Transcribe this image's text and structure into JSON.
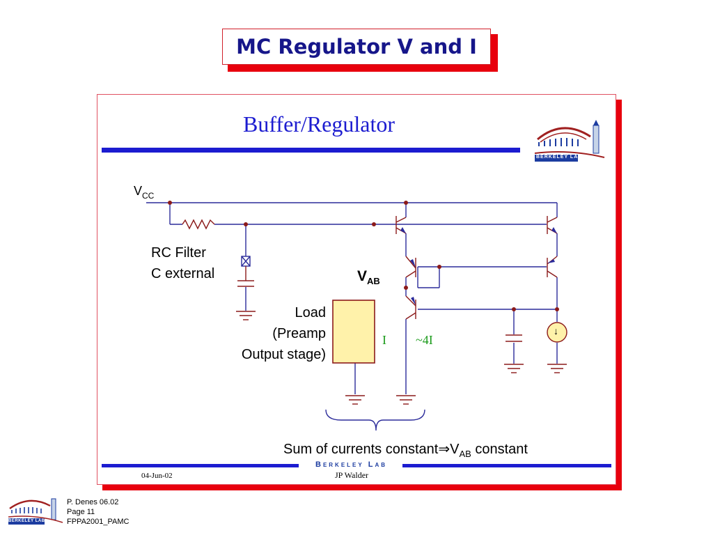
{
  "slide_title": "MC Regulator V and I",
  "panel": {
    "heading": "Buffer/Regulator",
    "logo_text": "BERKELEY LAB",
    "footer_band_text": "Berkeley Lab",
    "footer_date": "04-Jun-02",
    "footer_author": "JP Walder"
  },
  "circuit": {
    "vcc_main": "V",
    "vcc_sub": "CC",
    "rc_filter_line1": "RC Filter",
    "rc_filter_line2": "C external",
    "vab_main": "V",
    "vab_sub": "AB",
    "load_line1": "Load",
    "load_line2": "(Preamp",
    "load_line3": "Output stage)",
    "current_i": "I",
    "current_4i": "~4I",
    "source_arrow": "↓",
    "summary_part1": "Sum of currents constant",
    "summary_arrow": "⇒",
    "summary_v": "V",
    "summary_sub": "AB",
    "summary_part2": " constant",
    "colors": {
      "wire": "#2b2b9a",
      "component": "#8b1a1a",
      "node": "#8b1a1a",
      "label_green": "#1a9a1a",
      "load_fill": "#fff2aa"
    }
  },
  "corner_logo_text": "BERKELEY LAB",
  "footnote": {
    "line1": "P. Denes 06.02",
    "line2": "Page 11",
    "line3": "FPPA2001_PAMC"
  }
}
